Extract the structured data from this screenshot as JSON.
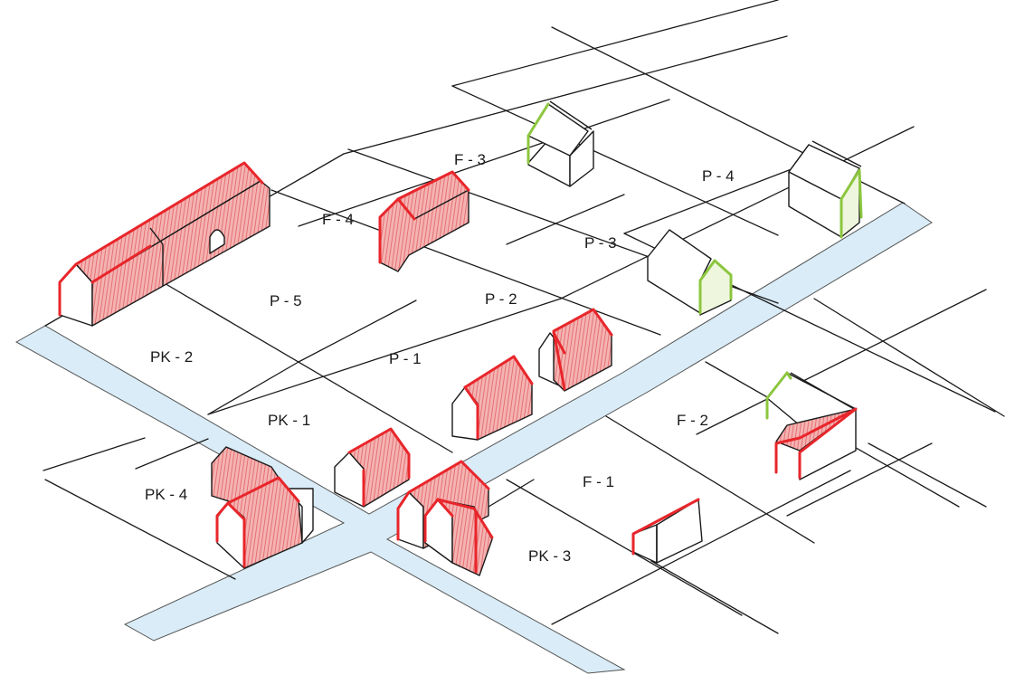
{
  "colors": {
    "road": "#d9ecf7",
    "roof_red": "#f2a2a2",
    "outline_red": "#e8262b",
    "outline_green": "#8cc63f",
    "line": "#1a1a1a"
  },
  "plots": [
    {
      "id": "f3",
      "label": "F - 3"
    },
    {
      "id": "f4",
      "label": "F - 4"
    },
    {
      "id": "p4",
      "label": "P - 4"
    },
    {
      "id": "p3",
      "label": "P - 3"
    },
    {
      "id": "p5",
      "label": "P - 5"
    },
    {
      "id": "p2",
      "label": "P - 2"
    },
    {
      "id": "pk2",
      "label": "PK - 2"
    },
    {
      "id": "p1",
      "label": "P - 1"
    },
    {
      "id": "pk1",
      "label": "PK - 1"
    },
    {
      "id": "f2",
      "label": "F - 2"
    },
    {
      "id": "pk4",
      "label": "PK - 4"
    },
    {
      "id": "f1",
      "label": "F - 1"
    },
    {
      "id": "pk3",
      "label": "PK - 3"
    }
  ]
}
